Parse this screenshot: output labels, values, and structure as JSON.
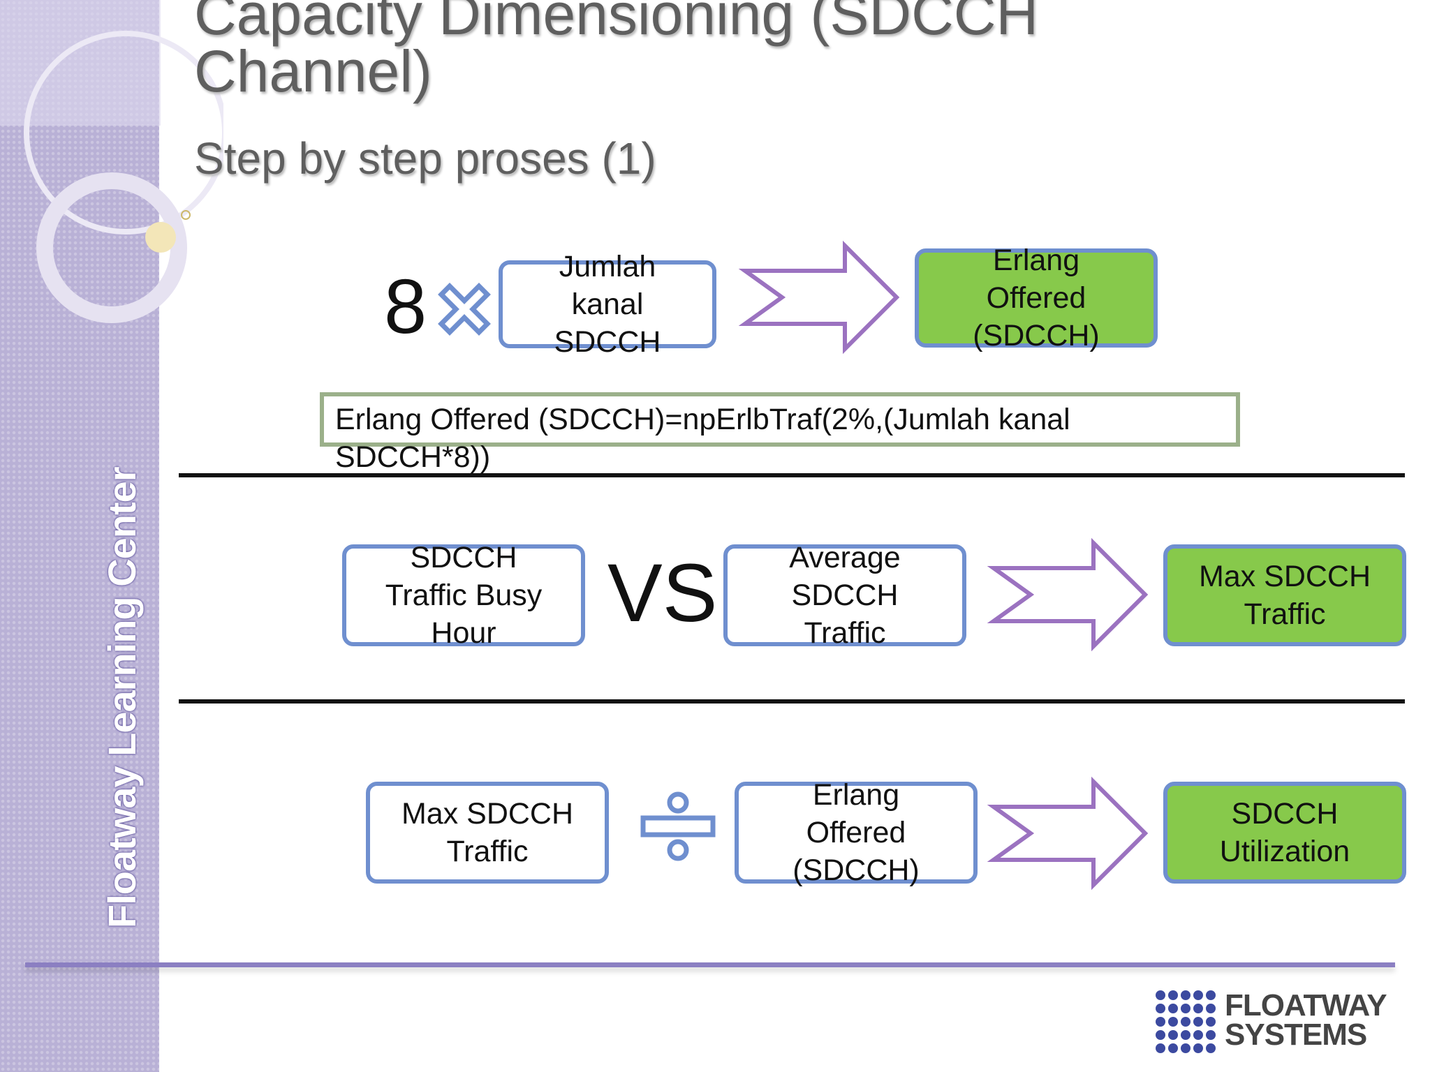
{
  "sidebar": {
    "label": "Floatway Learning Center"
  },
  "header": {
    "title_line1": "Capacity Dimensioning (SDCCH",
    "title_line2": "Channel)",
    "subtitle": "Step by step proses (1)"
  },
  "row1": {
    "multiplier": "8",
    "input_box": "Jumlah\nkanal\nSDCCH",
    "result_box": "Erlang\nOffered\n(SDCCH)",
    "formula": "Erlang Offered (SDCCH)=npErlbTraf(2%,(Jumlah kanal SDCCH*8))"
  },
  "row2": {
    "left_box": "SDCCH\nTraffic Busy\nHour",
    "operator": "VS",
    "middle_box": "Average\nSDCCH\nTraffic",
    "result_box": "Max SDCCH\nTraffic"
  },
  "row3": {
    "left_box": "Max SDCCH\nTraffic",
    "middle_box": "Erlang\nOffered\n(SDCCH)",
    "result_box": "SDCCH\nUtilization"
  },
  "logo": {
    "line1": "FLOATWAY",
    "line2": "SYSTEMS"
  },
  "icons": {
    "multiply": "multiply-icon",
    "divide": "divide-icon",
    "arrow": "arrow-right-icon"
  },
  "colors": {
    "box_border": "#6f8fcf",
    "result_fill": "#87c94b",
    "arrow_stroke": "#9b72c0",
    "formula_border": "#9bb08a",
    "sidebar": "#b9b1d6"
  }
}
